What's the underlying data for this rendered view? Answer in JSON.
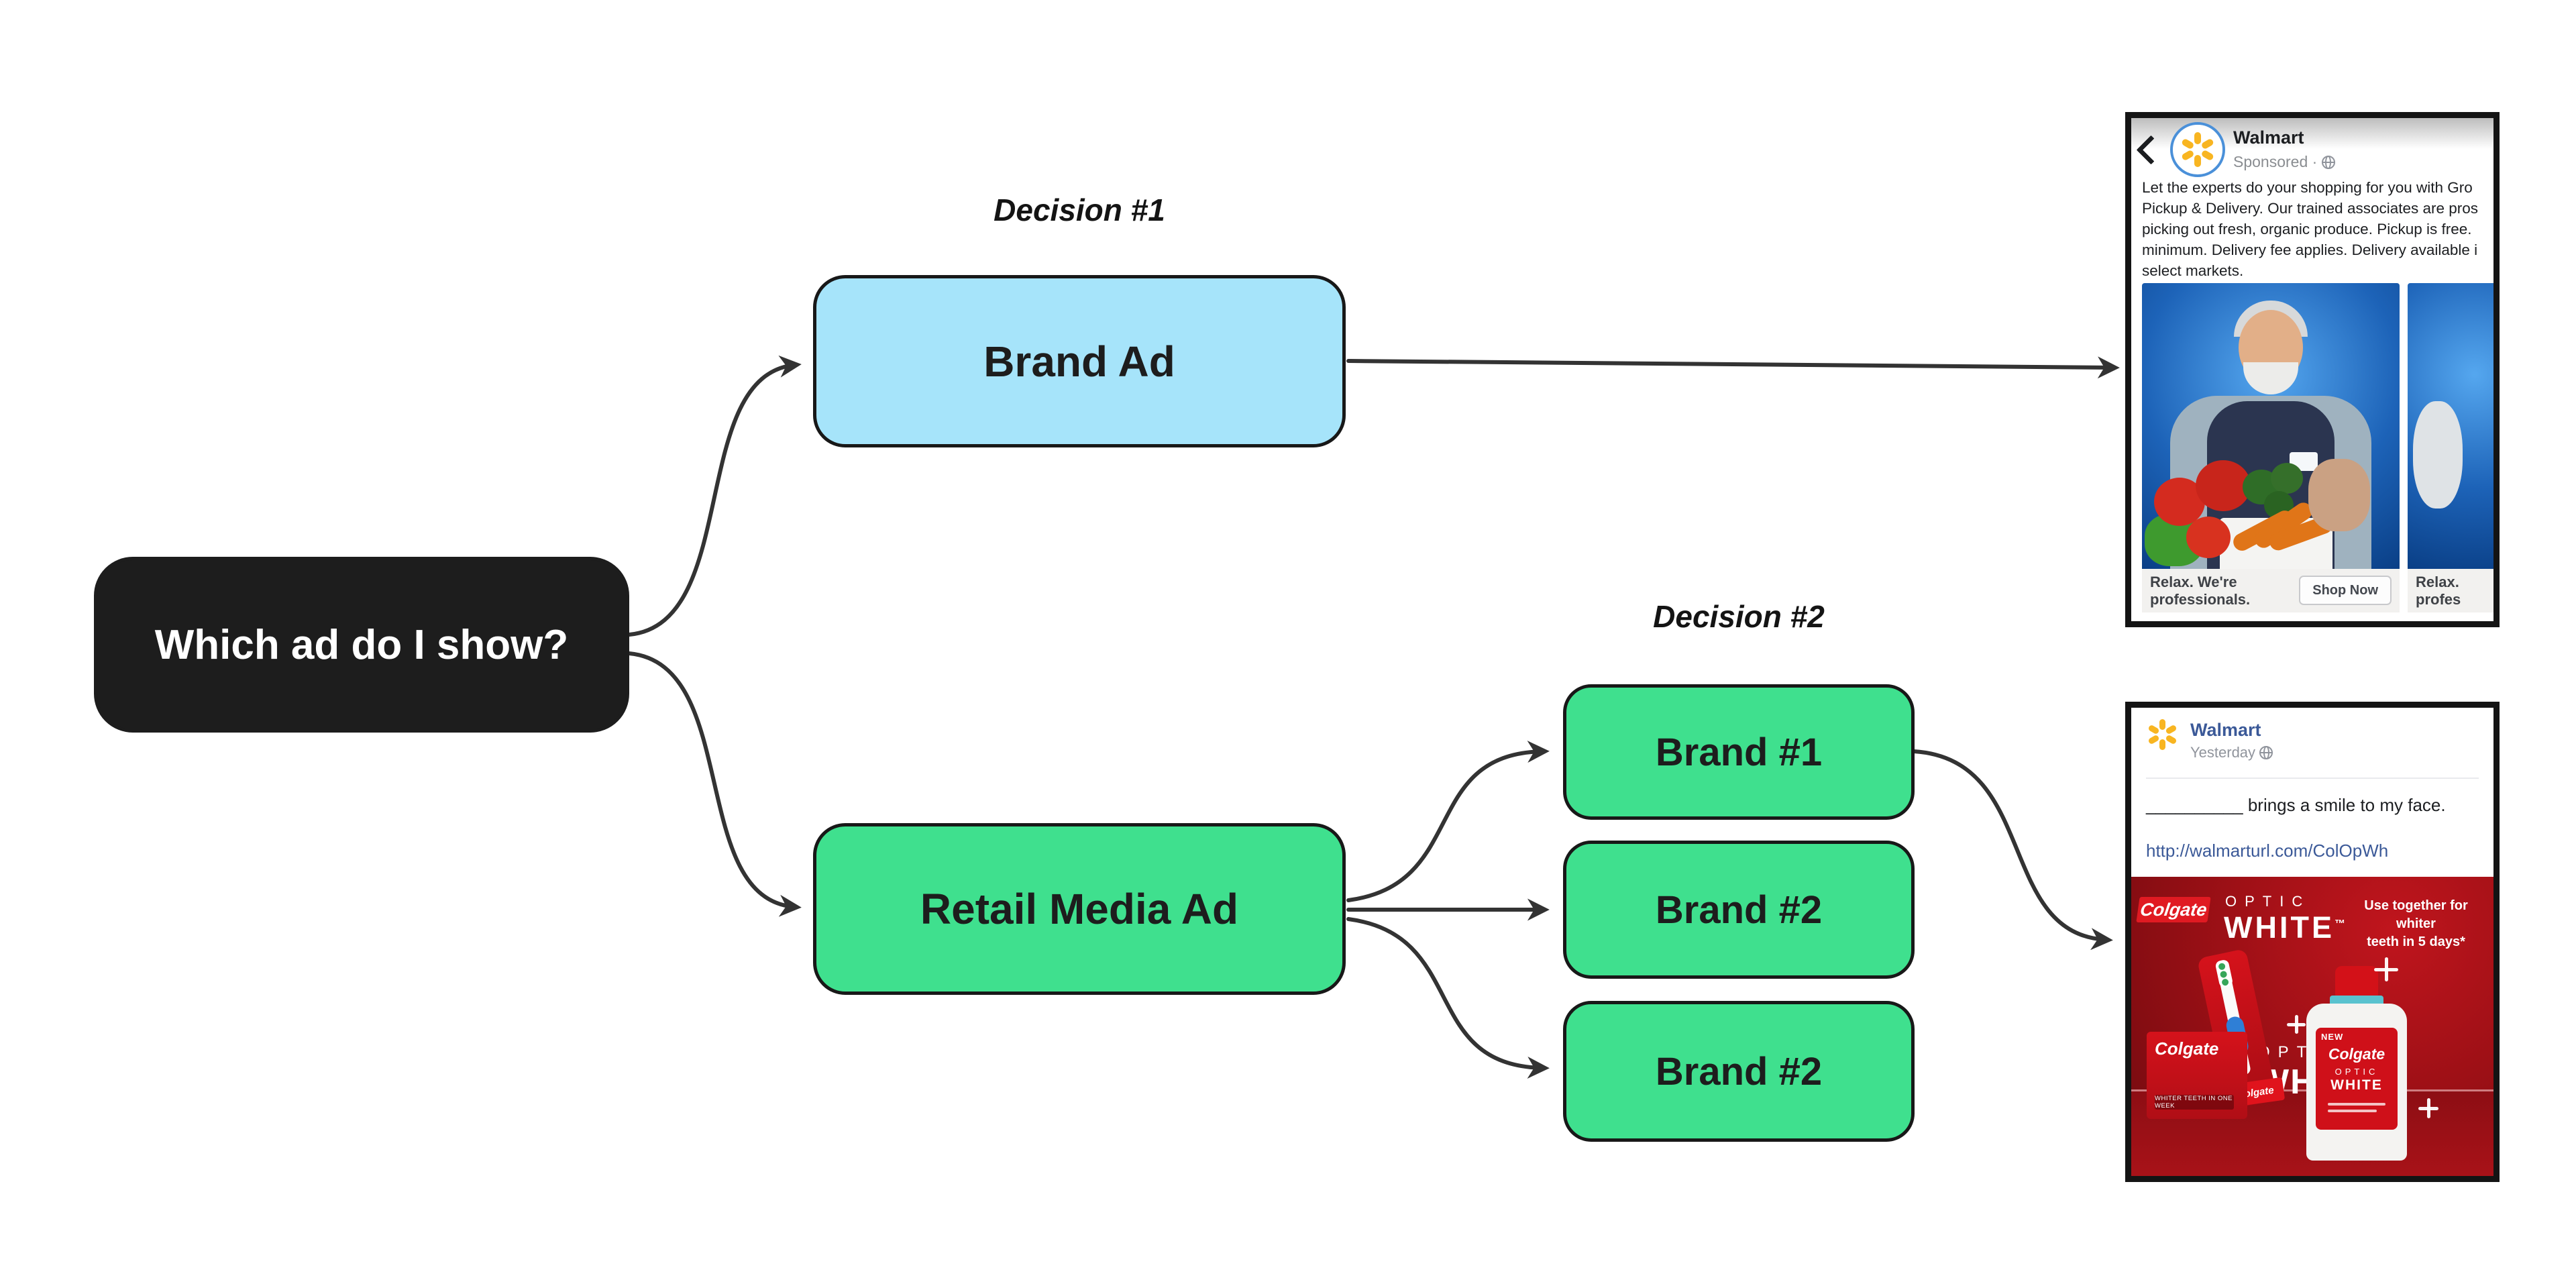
{
  "diagram": {
    "root_label": "Which ad do I show?",
    "decision1_title": "Decision #1",
    "decision2_title": "Decision #2",
    "brand_ad_label": "Brand Ad",
    "retail_media_label": "Retail Media Ad",
    "brand1_label": "Brand #1",
    "brand2_label": "Brand #2",
    "brand3_label": "Brand #2"
  },
  "colors": {
    "node_dark": "#1d1d1d",
    "node_blue": "#a6e4fa",
    "node_green": "#3fe08e",
    "arrow": "#333333",
    "walmart_blue": "#3b5998",
    "walmart_yellow": "#f8b521",
    "colgate_red": "#d5121b"
  },
  "brand_ad_example": {
    "page_name": "Walmart",
    "sponsored_label": "Sponsored ·",
    "body_lines": [
      "Let the experts do your shopping for you with Gro",
      "Pickup & Delivery. Our trained associates are pros",
      "picking out fresh, organic produce. Pickup is free.",
      "minimum. Delivery fee applies. Delivery available i",
      "select markets."
    ],
    "card_headline_line1": "Relax. We're",
    "card_headline_line2": "professionals.",
    "cta_label": "Shop Now",
    "next_card_line1": "Relax.",
    "next_card_line2": "profes"
  },
  "retail_ad_example": {
    "page_name": "Walmart",
    "time_label": "Yesterday",
    "post_text": "__________ brings a smile to my face.",
    "link_text": "http://walmarturl.com/ColOpWh",
    "creative": {
      "brand": "Colgate",
      "optic": "OPTIC",
      "white": "WHITE",
      "tm": "™",
      "claim_line1": "Use together for whiter",
      "claim_line2": "teeth in 5 days*",
      "bottle_new": "NEW",
      "bottle_brand": "Colgate",
      "bottle_optic": "OPTIC",
      "bottle_white": "WHITE",
      "box_brand": "Colgate",
      "box_tagline": "WHITER TEETH IN ONE WEEK",
      "pedestal_optic": "OPTIC",
      "pedestal_white": "WHITE.",
      "brush_vertical": "OPTIC WHITE",
      "brush_tag": "Colgate"
    }
  }
}
